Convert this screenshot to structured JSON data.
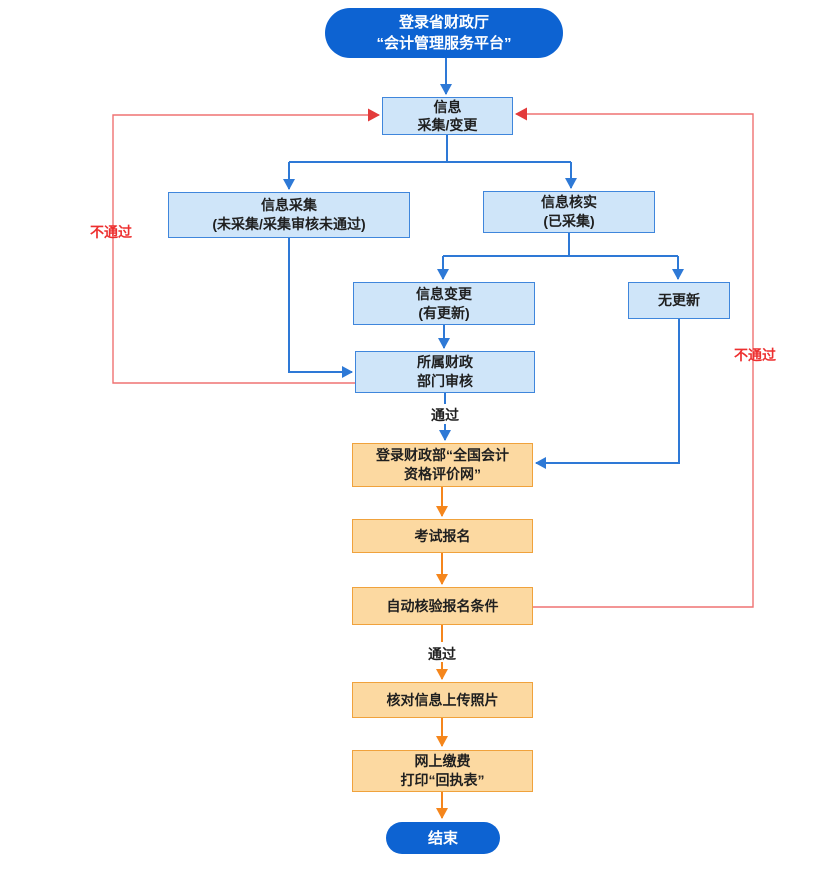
{
  "nodes": {
    "start": {
      "line1": "登录省财政厅",
      "line2": "“会计管理服务平台”"
    },
    "info": {
      "line1": "信息",
      "line2": "采集/变更"
    },
    "collect": {
      "line1": "信息采集",
      "line2": "(未采集/采集审核未通过)"
    },
    "verify": {
      "line1": "信息核实",
      "line2": "(已采集)"
    },
    "update": {
      "line1": "信息变更",
      "line2": "(有更新)"
    },
    "no_update": {
      "line1": "无更新"
    },
    "finance_review": {
      "line1": "所属财政",
      "line2": "部门审核"
    },
    "login_mof": {
      "line1": "登录财政部“全国会计",
      "line2": "资格评价网”"
    },
    "exam_register": {
      "line1": "考试报名"
    },
    "auto_check": {
      "line1": "自动核验报名条件"
    },
    "verify_photo": {
      "line1": "核对信息上传照片"
    },
    "pay_print": {
      "line1": "网上缴费",
      "line2": "打印“回执表”"
    },
    "end": {
      "line1": "结束"
    }
  },
  "edge_labels": {
    "pass1": "通过",
    "pass2": "通过",
    "fail_left": "不通过",
    "fail_right": "不通过"
  },
  "colors": {
    "primary_blue": "#0d63d2",
    "light_blue_fill": "#cfe5f9",
    "light_blue_border": "#3f86dc",
    "orange_fill": "#fcd9a1",
    "orange_border": "#f0a23c",
    "blue_arrow": "#2e79d6",
    "orange_arrow": "#f5861c",
    "red_line": "#ef7272",
    "red_arrow": "#e33b3b",
    "red_text": "#ed2f2f"
  }
}
